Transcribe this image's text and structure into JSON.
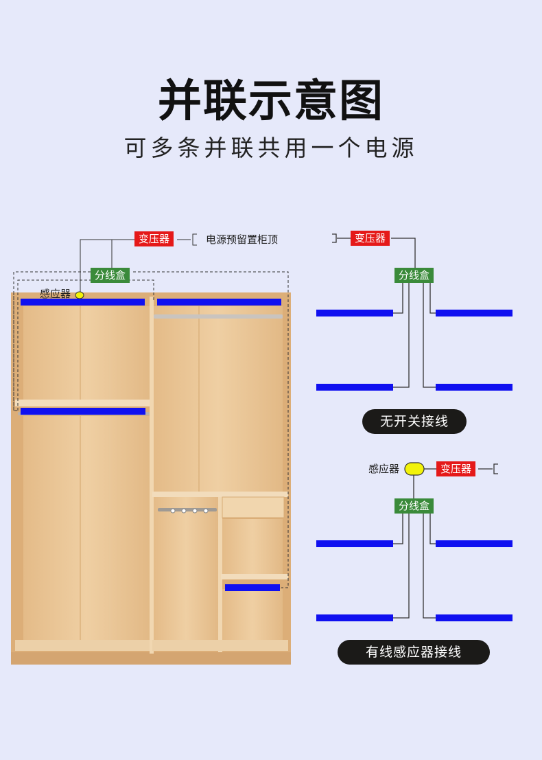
{
  "header": {
    "title": "并联示意图",
    "subtitle": "可多条并联共用一个电源"
  },
  "wardrobe": {
    "transformer_label": "变压器",
    "power_note": "电源预留置柜顶",
    "junction_label": "分线盒",
    "sensor_label": "感应器"
  },
  "diagram_no_switch": {
    "transformer_label": "变压器",
    "junction_label": "分线盒",
    "caption": "无开关接线"
  },
  "diagram_sensor": {
    "sensor_label": "感应器",
    "transformer_label": "变压器",
    "junction_label": "分线盒",
    "caption": "有线感应器接线"
  },
  "colors": {
    "led_strip": "#1010f0",
    "transformer_tag": "#e51919",
    "junction_tag": "#3a8a3a",
    "sensor": "#f2f20a",
    "background": "#e6e9fa",
    "wood": "#e9c391"
  }
}
